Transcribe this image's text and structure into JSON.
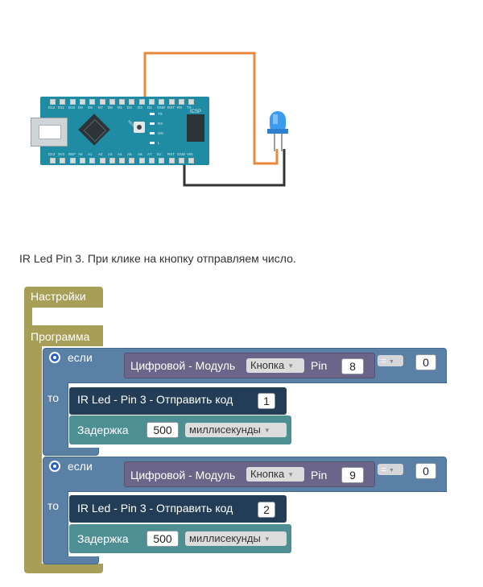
{
  "board": {
    "top_pins": [
      "D12",
      "D11",
      "D10",
      "D9",
      "D8",
      "D7",
      "D6",
      "D5",
      "D4",
      "D3",
      "D2",
      "GND",
      "RST",
      "RX",
      "TX"
    ],
    "bottom_pins": [
      "D13",
      "3V3",
      "REF",
      "A0",
      "A1",
      "A2",
      "A3",
      "A4",
      "A5",
      "A6",
      "A7",
      "5V",
      "RST",
      "GND",
      "VIN"
    ],
    "icsp_label": "ICSP",
    "reset_label": "RESET",
    "side_labels": [
      "TX",
      "RX",
      "ON",
      "L"
    ],
    "wire_colors": {
      "signal": "#e8893d",
      "ground": "#333333"
    },
    "led_color": "#3b9bef"
  },
  "caption": "IR Led Pin 3. При клике на кнопку отправляем число.",
  "blocks": {
    "setup_label": "Настройки",
    "program_label": "Программа",
    "if_label": "если",
    "then_label": "то",
    "condition_text": "Цифровой - Модуль",
    "module_value": "Кнопка",
    "pin_label": "Pin",
    "operator": "=",
    "send_text": "IR Led - Pin 3 - Отправить код",
    "delay_label": "Задержка",
    "delay_unit": "миллисекунды",
    "rows": [
      {
        "pin": "8",
        "compare": "0",
        "code": "1",
        "delay": "500"
      },
      {
        "pin": "9",
        "compare": "0",
        "code": "2",
        "delay": "500"
      }
    ]
  },
  "colors": {
    "setup_block": "#a79e58",
    "if_block": "#5a80a5",
    "digital_block": "#6b6589",
    "send_block": "#223d55",
    "delay_block": "#4e8f93"
  }
}
